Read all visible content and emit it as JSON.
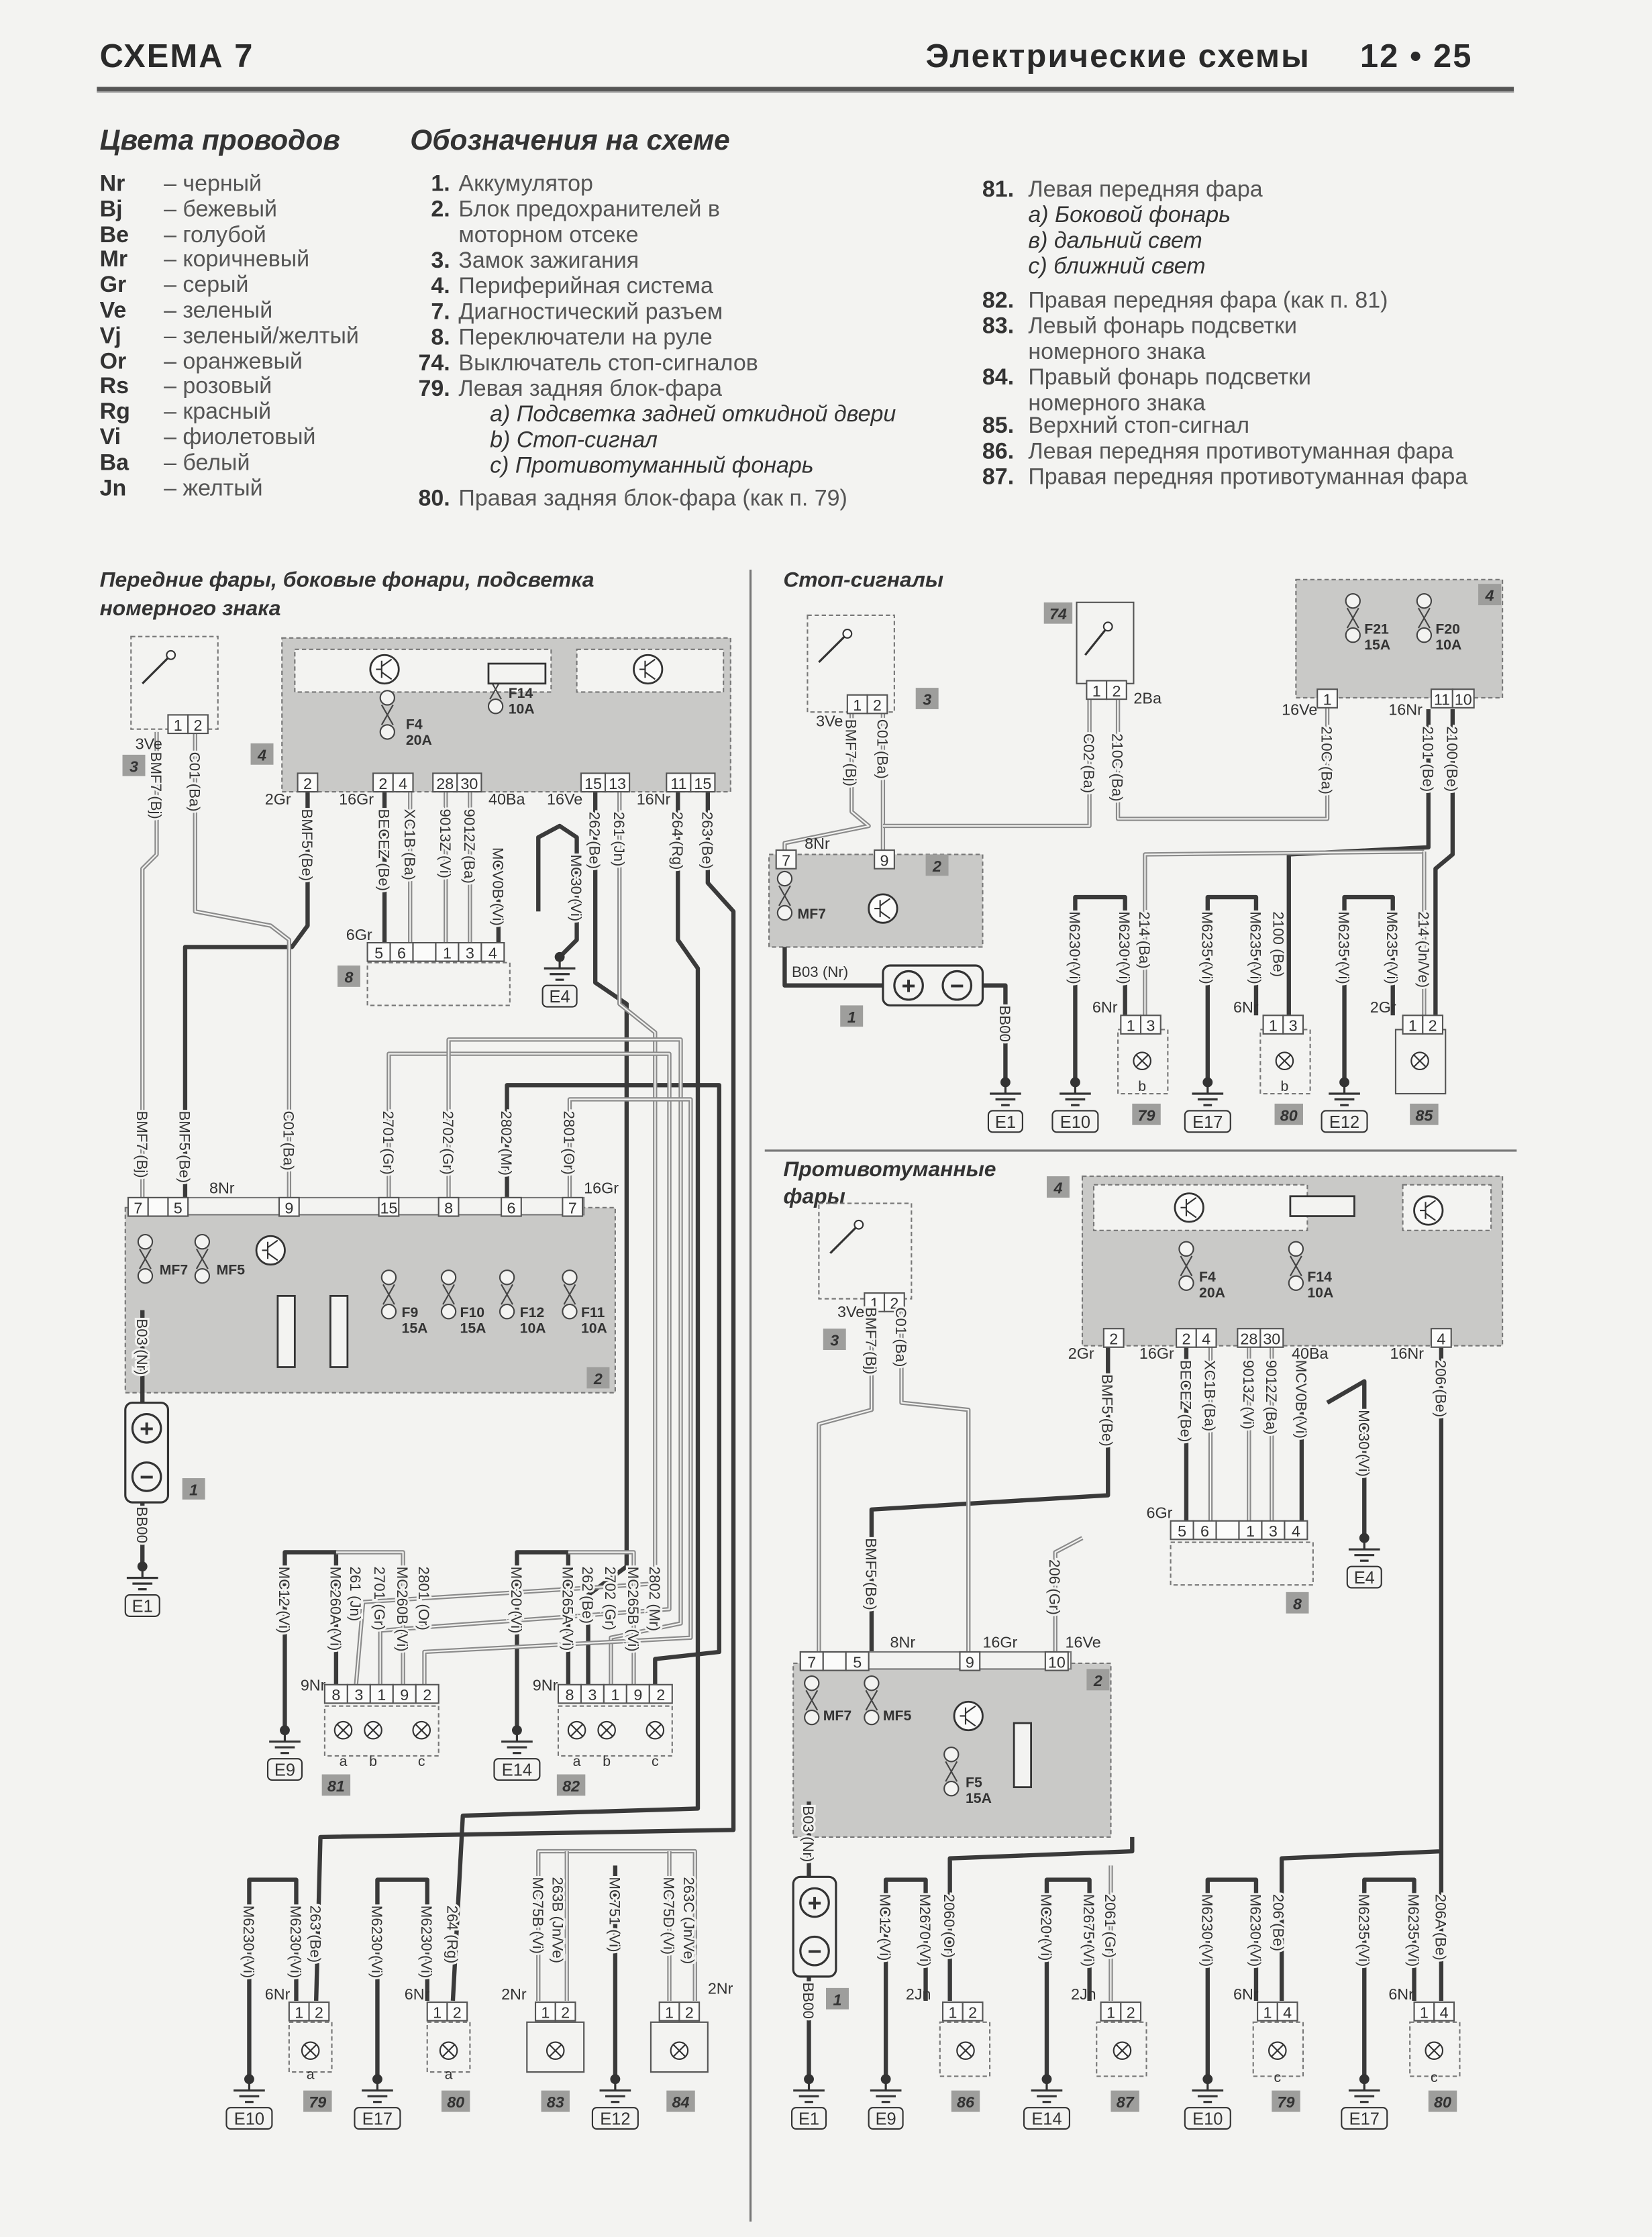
{
  "header": {
    "left": "СХЕМА 7",
    "right_title": "Электрические схемы",
    "page_number": "12 • 25"
  },
  "legend": {
    "wire_colors_title": "Цвета проводов",
    "designations_title": "Обозначения на схеме",
    "wire_colors": [
      {
        "code": "Nr",
        "name": "– черный"
      },
      {
        "code": "Bj",
        "name": "– бежевый"
      },
      {
        "code": "Be",
        "name": "– голубой"
      },
      {
        "code": "Mr",
        "name": "– коричневый"
      },
      {
        "code": "Gr",
        "name": "– серый"
      },
      {
        "code": "Ve",
        "name": "– зеленый"
      },
      {
        "code": "Vj",
        "name": "– зеленый/желтый"
      },
      {
        "code": "Or",
        "name": "– оранжевый"
      },
      {
        "code": "Rs",
        "name": "– розовый"
      },
      {
        "code": "Rg",
        "name": "– красный"
      },
      {
        "code": "Vi",
        "name": "– фиолетовый"
      },
      {
        "code": "Ba",
        "name": "– белый"
      },
      {
        "code": "Jn",
        "name": "– желтый"
      }
    ],
    "designations_col1": [
      {
        "num": "1.",
        "text": "Аккумулятор"
      },
      {
        "num": "2.",
        "text": "Блок предохранителей в"
      },
      {
        "num": "",
        "text": "моторном отсеке"
      },
      {
        "num": "3.",
        "text": "Замок зажигания"
      },
      {
        "num": "4.",
        "text": "Периферийная система"
      },
      {
        "num": "7.",
        "text": "Диагностический разъем"
      },
      {
        "num": "8.",
        "text": "Переключатели на руле"
      },
      {
        "num": "74.",
        "text": "Выключатель стоп-сигналов"
      },
      {
        "num": "79.",
        "text": "Левая задняя блок-фара"
      },
      {
        "num": "",
        "text": "a) Подсветка задней откидной двери",
        "italic": true
      },
      {
        "num": "",
        "text": "b) Стоп-сигнал",
        "italic": true
      },
      {
        "num": "",
        "text": "c) Противотуманный фонарь",
        "italic": true
      },
      {
        "num": "80.",
        "text": "Правая задняя блок-фара (как п. 79)"
      }
    ],
    "designations_col2": [
      {
        "num": "81.",
        "text": "Левая передняя фара"
      },
      {
        "num": "",
        "text": "a) Боковой фонарь",
        "italic": true
      },
      {
        "num": "",
        "text": "в) дальний свет",
        "italic": true
      },
      {
        "num": "",
        "text": "c) ближний свет",
        "italic": true
      },
      {
        "num": "82.",
        "text": "Правая передняя фара (как п. 81)"
      },
      {
        "num": "83.",
        "text": "Левый фонарь подсветки"
      },
      {
        "num": "",
        "text": "номерного знака"
      },
      {
        "num": "84.",
        "text": "Правый фонарь подсветки"
      },
      {
        "num": "",
        "text": "номерного знака"
      },
      {
        "num": "85.",
        "text": "Верхний стоп-сигнал"
      },
      {
        "num": "86.",
        "text": "Левая передняя противотуманная фара"
      },
      {
        "num": "87.",
        "text": "Правая передняя противотуманная фара"
      }
    ]
  },
  "diagram": {
    "sections": {
      "front_title_1": "Передние фары, боковые фонари, подсветка",
      "front_title_2": "номерного знака",
      "stop_title": "Стоп-сигналы",
      "fog_title_1": "Противотуманные",
      "fog_title_2": "фары"
    },
    "wire_labels": {
      "a1": "BMF7 (Bj)",
      "a2": "C01 (Ba)",
      "a3": "BMF5 (Be)",
      "a4": "BECEZ (Be)",
      "a5": "XC1B (Ba)",
      "a6": "9013Z (Vi)",
      "a7": "9012Z (Ba)",
      "a8": "MCV0B (Vi)",
      "a9": "MC30 (Vi)",
      "a10": "262 (Be)",
      "a11": "261 (Jn)",
      "a12": "264 (Rg)",
      "a13": "263 (Be)",
      "b1": "BMF7 (Bj)",
      "b2": "BMF5 (Be)",
      "b3": "C01 (Ba)",
      "b4": "2701 (Gr)",
      "b5": "2702 (Gr)",
      "b6": "2802 (Mr)",
      "b7": "2801 (Or)",
      "b8": "B03 (Nr)",
      "b9": "BB00",
      "c1": "MC12 (Vi)",
      "c2": "MC260A (Vi)",
      "c3": "261 (Jn)",
      "c4": "2701 (Gr)",
      "c5": "MC260B (Vi)",
      "c6": "2801 (Or)",
      "c7": "MC20 (Vi)",
      "c8": "MC265A (Vi)",
      "c9": "262 (Be)",
      "c10": "2702 (Gr)",
      "c11": "MC265B (Vi)",
      "c12": "2802 (Mr)",
      "d1": "M6230 (Vi)",
      "d2": "M6230 (Vi)",
      "d3": "263 (Be)",
      "d4": "M6230 (Vi)",
      "d5": "M6230 (Vi)",
      "d6": "264 (Rg)",
      "d7": "MC75B (Vi)",
      "d8": "263B (Jn/Ve)",
      "d9": "MC751 (Vi)",
      "d10": "MC75D (Vi)",
      "d11": "263C (Jn/Ve)",
      "e1": "BMF7 (Bj)",
      "e2": "C01 (Ba)",
      "e3": "C02 (Ba)",
      "e4": "210C (Ba)",
      "e5": "210C (Ba)",
      "e6": "2101 (Be)",
      "e7": "2100 (Be)",
      "e8": "BB00",
      "e9": "M6230 (Vi)",
      "e10": "M6230 (Vi)",
      "e11": "214 (Ba)",
      "e12": "M6235 (Vi)",
      "e13": "M6235 (Vi)",
      "e14": "2100 (Be)",
      "e15": "M6235 (Vi)",
      "e16": "M6235 (Vi)",
      "e17": "214 (Jn/Ve)",
      "e18": "B03 (Nr)",
      "f1": "BMF7 (Bj)",
      "f2": "C01 (Ba)",
      "f3": "BMF5 (Be)",
      "f4": "BECEZ (Be)",
      "f5": "XC1B (Ba)",
      "f6": "9013Z (Vi)",
      "f7": "9012Z (Ba)",
      "f8": "MCV0B (Vi)",
      "f9": "MC30 (Vi)",
      "f10": "206 (Be)",
      "f11": "BMF5 (Be)",
      "f12": "206 (Gr)",
      "f13": "B03 (Nr)",
      "f14": "BB00",
      "g1": "MC12 (Vi)",
      "g2": "M2670 (Vi)",
      "g3": "2060 (Or)",
      "g4": "MC20 (Vi)",
      "g5": "M2675 (Vi)",
      "g6": "2061 (Gr)",
      "g7": "M6230 (Vi)",
      "g8": "M6230 (Vi)",
      "g9": "206 (Be)",
      "g10": "M6235 (Vi)",
      "g11": "M6235 (Vi)",
      "g12": "206A (Be)"
    },
    "connectors": {
      "c3L": [
        "1",
        "2"
      ],
      "c4La": [
        "2"
      ],
      "c4Lb": [
        "2",
        "4"
      ],
      "c4Lc": [
        "28",
        "30"
      ],
      "c4Ld": [
        "15",
        "13"
      ],
      "c4Le": [
        "11",
        "15"
      ],
      "c8L": [
        "5",
        "6",
        "",
        "1",
        "3",
        "4"
      ],
      "c2La": [
        "7",
        "",
        "5"
      ],
      "c2Lb": [
        "9"
      ],
      "c2Lc": [
        "15"
      ],
      "c2Ld": [
        "8"
      ],
      "c2Le": [
        "6"
      ],
      "c2Lf": [
        "7"
      ],
      "c81": [
        "8",
        "3",
        "1",
        "9",
        "2"
      ],
      "c82": [
        "8",
        "3",
        "1",
        "9",
        "2"
      ],
      "c79L": [
        "1",
        "2"
      ],
      "c80L": [
        "1",
        "2"
      ],
      "c83": [
        "1",
        "2"
      ],
      "c84": [
        "1",
        "2"
      ],
      "c3S": [
        "1",
        "2"
      ],
      "c74": [
        "1",
        "2"
      ],
      "c4Sa": [
        "1"
      ],
      "c4Sb": [
        "11",
        "10"
      ],
      "c2Sa": [
        "7"
      ],
      "c2Sb": [
        "9"
      ],
      "c79S": [
        "1",
        "3"
      ],
      "c80S": [
        "1",
        "3"
      ],
      "c85": [
        "1",
        "2"
      ],
      "c3F": [
        "1",
        "2"
      ],
      "c4Fa": [
        "2"
      ],
      "c4Fb": [
        "2",
        "4"
      ],
      "c4Fc": [
        "28",
        "30"
      ],
      "c4Fd": [
        "4"
      ],
      "c8F": [
        "5",
        "6",
        "",
        "1",
        "3",
        "4"
      ],
      "c2Fa": [
        "7",
        "",
        "5"
      ],
      "c2Fb": [
        "9"
      ],
      "c2Fc": [
        "10"
      ],
      "c86": [
        "1",
        "2"
      ],
      "c87": [
        "1",
        "2"
      ],
      "c79F": [
        "1",
        "4"
      ],
      "c80F": [
        "1",
        "4"
      ]
    },
    "side_labels": {
      "s1": "3Ve",
      "s2": "3Ve",
      "s3": "3Ve",
      "s4": "2Gr",
      "s5": "16Gr",
      "s6": "40Ba",
      "s7": "16Ve",
      "s8": "16Nr",
      "s9": "6Gr",
      "s10": "8Nr",
      "s11": "16Gr",
      "s12": "9Nr",
      "s13": "9Nr",
      "s14": "6Nr",
      "s15": "6Nr",
      "s16": "2Nr",
      "s17": "2Nr",
      "s18": "2Ba",
      "s19": "16Ve",
      "s20": "16Nr",
      "s21": "8Nr",
      "s22": "6Nr",
      "s23": "6Nr",
      "s24": "2Gr",
      "s25": "2Gr",
      "s26": "16Gr",
      "s27": "40Ba",
      "s28": "16Nr",
      "s29": "6Gr",
      "s30": "8Nr",
      "s31": "16Gr",
      "s32": "16Ve",
      "s33": "2Jn",
      "s34": "2Jn",
      "s35": "6Nr",
      "s36": "6Nr"
    },
    "fuses": {
      "u1": [
        "F4",
        "20A"
      ],
      "u2": [
        "F14",
        "10A"
      ],
      "u3": [
        "MF7"
      ],
      "u4": [
        "MF5"
      ],
      "u5": [
        "F9",
        "15A"
      ],
      "u6": [
        "F10",
        "15A"
      ],
      "u7": [
        "F12",
        "10A"
      ],
      "u8": [
        "F11",
        "10A"
      ],
      "u9": [
        "F21",
        "15A"
      ],
      "u10": [
        "F20",
        "10A"
      ],
      "u11": [
        "MF7"
      ],
      "u12": [
        "F4",
        "20A"
      ],
      "u13": [
        "F14",
        "10A"
      ],
      "u14": [
        "MF7"
      ],
      "u15": [
        "MF5"
      ],
      "u16": [
        "F5",
        "15A"
      ]
    },
    "badges": {
      "k1": "3",
      "k2": "4",
      "k3": "8",
      "k4": "2",
      "k5": "1",
      "k6": "81",
      "k7": "82",
      "k8": "79",
      "k9": "80",
      "k10": "83",
      "k11": "84",
      "k12": "74",
      "k13": "3",
      "k14": "4",
      "k15": "2",
      "k16": "1",
      "k17": "79",
      "k18": "80",
      "k19": "85",
      "k20": "3",
      "k21": "4",
      "k22": "8",
      "k23": "2",
      "k24": "1",
      "k25": "86",
      "k26": "87",
      "k27": "79",
      "k28": "80"
    },
    "grounds": {
      "gE4a": "E4",
      "gE1a": "E1",
      "gE9a": "E9",
      "gE14a": "E14",
      "gE10a": "E10",
      "gE17a": "E17",
      "gE12a": "E12",
      "gE1b": "E1",
      "gE10b": "E10",
      "gE17b": "E17",
      "gE12b": "E12",
      "gE4c": "E4",
      "gE1c": "E1",
      "gE9c": "E9",
      "gE14c": "E14",
      "gE10c": "E10",
      "gE17c": "E17"
    },
    "lamp_sublabels": {
      "l1": "a",
      "l2": "b",
      "l3": "c",
      "l4": "a",
      "l5": "b",
      "l6": "c",
      "l7": "a",
      "l8": "a",
      "l9": "b",
      "l10": "b",
      "l11": "c",
      "l12": "c"
    },
    "battery_symbols": {
      "plus": "+",
      "minus": "−"
    }
  }
}
